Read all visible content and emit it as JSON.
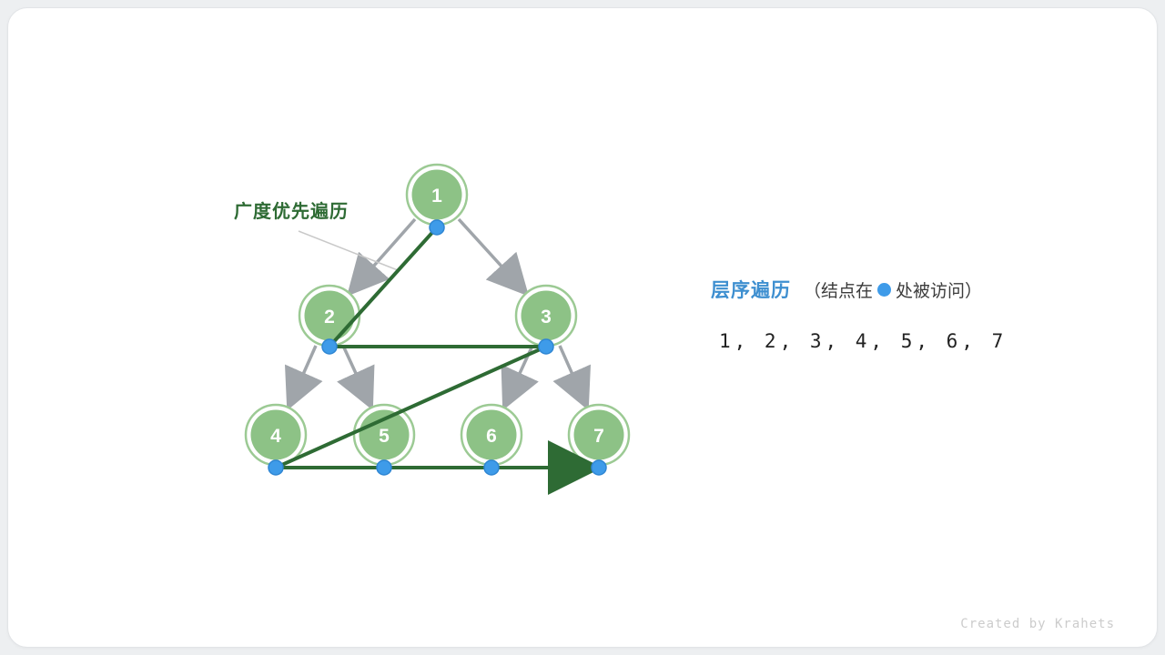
{
  "page": {
    "watermark": "Created by Krahets"
  },
  "diagram": {
    "bfs_label": "广度优先遍历",
    "tree": {
      "nodes": [
        {
          "id": 1,
          "label": "1"
        },
        {
          "id": 2,
          "label": "2"
        },
        {
          "id": 3,
          "label": "3"
        },
        {
          "id": 4,
          "label": "4"
        },
        {
          "id": 5,
          "label": "5"
        },
        {
          "id": 6,
          "label": "6"
        },
        {
          "id": 7,
          "label": "7"
        }
      ],
      "edges": [
        [
          "1",
          "2"
        ],
        [
          "1",
          "3"
        ],
        [
          "2",
          "4"
        ],
        [
          "2",
          "5"
        ],
        [
          "3",
          "6"
        ],
        [
          "3",
          "7"
        ]
      ],
      "traversal_order": [
        1,
        2,
        3,
        4,
        5,
        6,
        7
      ]
    },
    "legend": {
      "title": "层序遍历",
      "note_prefix": "（结点在",
      "note_suffix": "处被访问）",
      "sequence": "1, 2, 3, 4, 5, 6, 7"
    },
    "colors": {
      "node_fill": "#8DC286",
      "node_ring": "#9CCA94",
      "edge_gray": "#A0A5AA",
      "traversal_green": "#2E6B34",
      "visit_blue": "#3E9BE9",
      "legend_blue": "#3E8FD0"
    }
  }
}
